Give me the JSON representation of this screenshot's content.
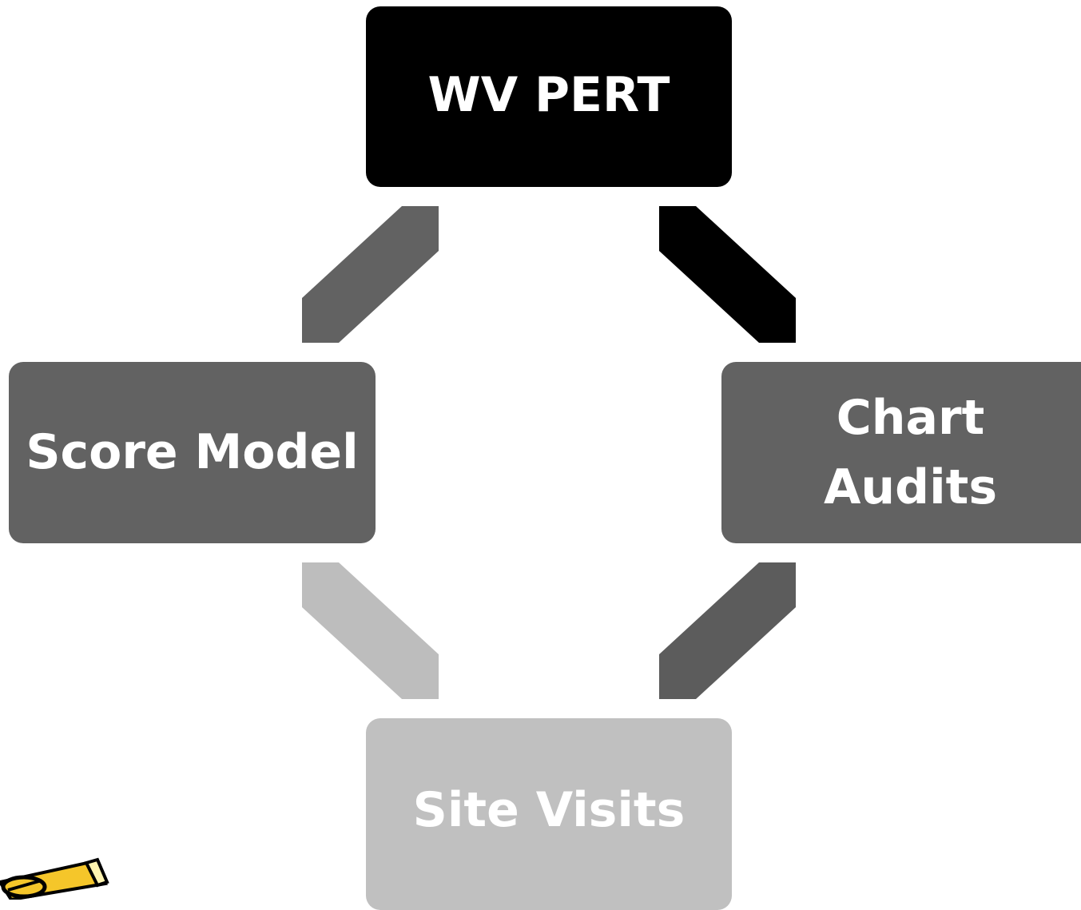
{
  "nodes": {
    "top": {
      "label": "WV PERT",
      "fill": "#000000"
    },
    "left": {
      "label": "Score Model",
      "fill": "#626262"
    },
    "right": {
      "label": "Chart\nAudits",
      "fill": "#626262"
    },
    "bottom": {
      "label": "Site Visits",
      "fill": "#c0c0c0"
    }
  },
  "connectors": {
    "top_left": {
      "color": "#626262"
    },
    "top_right": {
      "color": "#000000"
    },
    "left_bottom": {
      "color": "#bdbdbd"
    },
    "right_bottom": {
      "color": "#5c5c5c"
    }
  },
  "decoration": {
    "icon": "pencil-icon",
    "body_color": "#f5c62a",
    "outline_color": "#000000"
  }
}
